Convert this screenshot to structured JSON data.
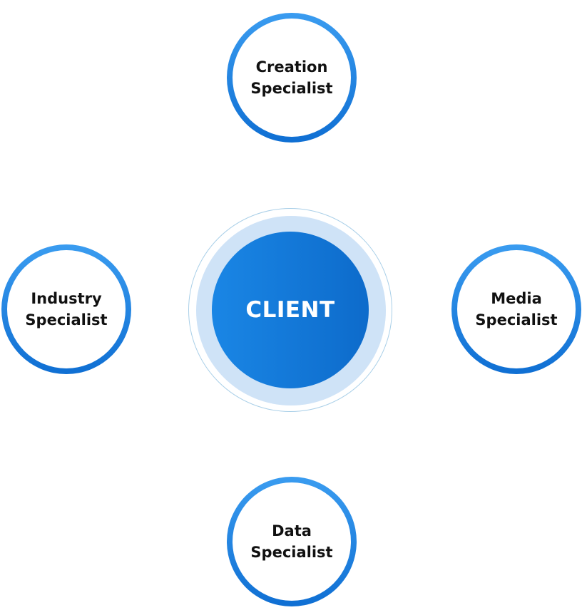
{
  "center": {
    "label": "CLIENT"
  },
  "nodes": {
    "top": {
      "line1": "Creation",
      "line2": "Specialist"
    },
    "left": {
      "line1": "Industry",
      "line2": "Specialist"
    },
    "right": {
      "line1": "Media",
      "line2": "Specialist"
    },
    "bottom": {
      "line1": "Data",
      "line2": "Specialist"
    }
  },
  "colors": {
    "accent": "#1a86e5",
    "accent_dark": "#0d6bcb",
    "ring_light": "#cfe3f7",
    "text": "#111111"
  }
}
